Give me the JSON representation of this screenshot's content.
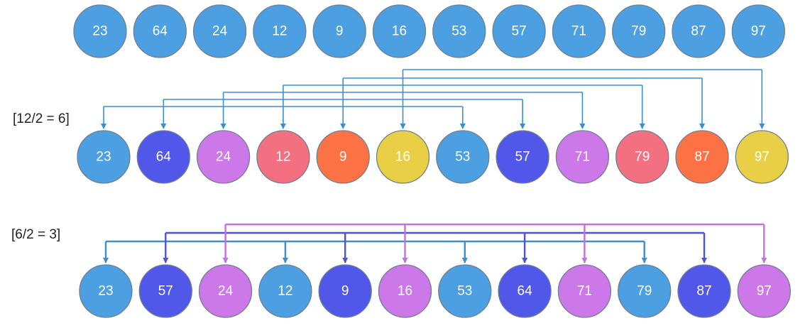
{
  "colors": {
    "blue": "#4c9fe0",
    "indigo": "#5157e9",
    "violet": "#cc78e9",
    "pink": "#f2707f",
    "orange": "#fc7245",
    "yellow": "#e9cf45",
    "arrow_blue": "#3a90cf",
    "arrow_indigo": "#4e54d8",
    "arrow_violet": "#c370e0"
  },
  "rows": [
    {
      "label": "",
      "nodes": [
        {
          "value": "23",
          "color": "blue"
        },
        {
          "value": "64",
          "color": "blue"
        },
        {
          "value": "24",
          "color": "blue"
        },
        {
          "value": "12",
          "color": "blue"
        },
        {
          "value": "9",
          "color": "blue"
        },
        {
          "value": "16",
          "color": "blue"
        },
        {
          "value": "53",
          "color": "blue"
        },
        {
          "value": "57",
          "color": "blue"
        },
        {
          "value": "71",
          "color": "blue"
        },
        {
          "value": "79",
          "color": "blue"
        },
        {
          "value": "87",
          "color": "blue"
        },
        {
          "value": "97",
          "color": "blue"
        }
      ]
    },
    {
      "label": "[12/2 = 6]",
      "nodes": [
        {
          "value": "23",
          "color": "blue"
        },
        {
          "value": "64",
          "color": "indigo"
        },
        {
          "value": "24",
          "color": "violet"
        },
        {
          "value": "12",
          "color": "pink"
        },
        {
          "value": "9",
          "color": "orange"
        },
        {
          "value": "16",
          "color": "yellow"
        },
        {
          "value": "53",
          "color": "blue"
        },
        {
          "value": "57",
          "color": "indigo"
        },
        {
          "value": "71",
          "color": "violet"
        },
        {
          "value": "79",
          "color": "pink"
        },
        {
          "value": "87",
          "color": "orange"
        },
        {
          "value": "97",
          "color": "yellow"
        }
      ]
    },
    {
      "label": "[6/2 = 3]",
      "nodes": [
        {
          "value": "23",
          "color": "blue"
        },
        {
          "value": "57",
          "color": "indigo"
        },
        {
          "value": "24",
          "color": "violet"
        },
        {
          "value": "12",
          "color": "blue"
        },
        {
          "value": "9",
          "color": "indigo"
        },
        {
          "value": "16",
          "color": "violet"
        },
        {
          "value": "53",
          "color": "blue"
        },
        {
          "value": "64",
          "color": "indigo"
        },
        {
          "value": "71",
          "color": "violet"
        },
        {
          "value": "79",
          "color": "blue"
        },
        {
          "value": "87",
          "color": "indigo"
        },
        {
          "value": "97",
          "color": "violet"
        }
      ]
    }
  ],
  "connectors": [
    {
      "row": 1,
      "indices": [
        0,
        6
      ],
      "color": "arrow_blue"
    },
    {
      "row": 1,
      "indices": [
        1,
        7
      ],
      "color": "arrow_blue"
    },
    {
      "row": 1,
      "indices": [
        2,
        8
      ],
      "color": "arrow_blue"
    },
    {
      "row": 1,
      "indices": [
        3,
        9
      ],
      "color": "arrow_blue"
    },
    {
      "row": 1,
      "indices": [
        4,
        10
      ],
      "color": "arrow_blue"
    },
    {
      "row": 1,
      "indices": [
        5,
        11
      ],
      "color": "arrow_blue"
    },
    {
      "row": 2,
      "indices": [
        0,
        3,
        6,
        9
      ],
      "color": "arrow_blue"
    },
    {
      "row": 2,
      "indices": [
        1,
        4,
        7,
        10
      ],
      "color": "arrow_indigo"
    },
    {
      "row": 2,
      "indices": [
        2,
        5,
        8,
        11
      ],
      "color": "arrow_violet"
    }
  ]
}
